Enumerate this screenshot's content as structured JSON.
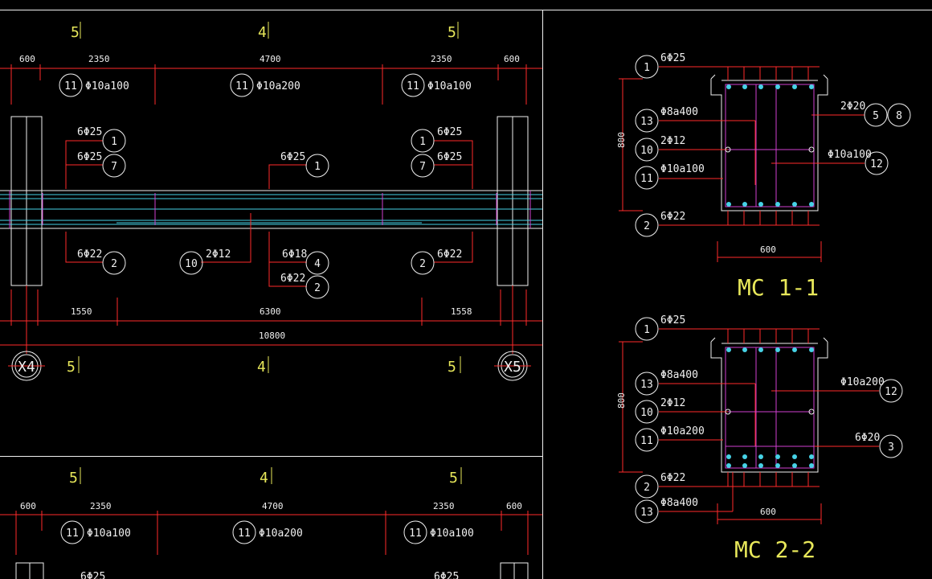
{
  "grid_marks": {
    "five": "5",
    "four": "4"
  },
  "axes": {
    "left": "X4",
    "right": "X5"
  },
  "dims": {
    "d600": "600",
    "d2350": "2350",
    "d4700": "4700",
    "d1550": "1550",
    "d6300": "6300",
    "d1558": "1558",
    "d10800": "10800",
    "d800": "800"
  },
  "tags": {
    "n1": "1",
    "n2": "2",
    "n3": "3",
    "n4": "4",
    "n5": "5",
    "n7": "7",
    "n8": "8",
    "n10": "10",
    "n11": "11",
    "n12": "12",
    "n13": "13"
  },
  "rebar": {
    "r6phi25": "6Φ25",
    "r6phi22": "6Φ22",
    "r6phi18": "6Φ18",
    "r2phi12": "2Φ12",
    "r2phi20": "2Φ20",
    "r6phi20": "6Φ20",
    "phi10a100": "Φ10a100",
    "phi10a200": "Φ10a200",
    "phi8a400": "Φ8a400"
  },
  "sections": {
    "s1": "MC 1-1",
    "s2": "MC 2-2"
  },
  "colors": {
    "red": "#ff2a2a",
    "yellow": "#e8e85a",
    "white": "#f0f0f0",
    "cyan": "#46d2e6",
    "magenta": "#d040d0",
    "background": "#000000"
  }
}
